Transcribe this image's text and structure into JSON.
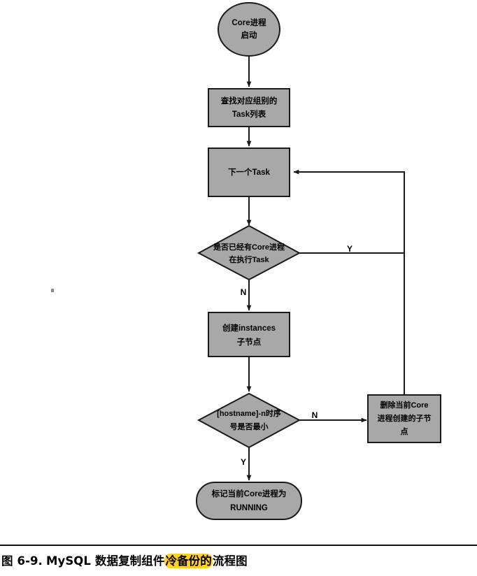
{
  "figure": {
    "type": "flowchart",
    "caption_prefix": "图 6-9.",
    "caption_part1": "MySQL 数据复制组件",
    "caption_highlight": "冷备份的",
    "caption_part2": "流程图",
    "highlight_color": "#ffd21f",
    "node_fill": "#a8a8a8",
    "node_stroke": "#1a1a1a"
  },
  "nodes": [
    {
      "id": "start",
      "shape": "oval",
      "lines": [
        "Core进程",
        "启动"
      ]
    },
    {
      "id": "find-task-list",
      "shape": "rect",
      "lines": [
        "查找对应组别的",
        "Task列表"
      ]
    },
    {
      "id": "next-task",
      "shape": "rect",
      "lines": [
        "下一个Task"
      ]
    },
    {
      "id": "check-core-running",
      "shape": "diamond",
      "lines": [
        "是否已经有Core进程",
        "在执行Task"
      ]
    },
    {
      "id": "create-instances-node",
      "shape": "rect",
      "lines": [
        "创建instances",
        "子节点"
      ]
    },
    {
      "id": "check-seq-min",
      "shape": "diamond",
      "lines": [
        "[hostname]-n时序",
        "号是否最小"
      ]
    },
    {
      "id": "delete-child-node",
      "shape": "rect",
      "lines": [
        "删除当前Core",
        "进程创建的子节",
        "点"
      ]
    },
    {
      "id": "mark-running",
      "shape": "oval",
      "lines": [
        "标记当前Core进程为",
        "RUNNING"
      ]
    }
  ],
  "edge_labels": {
    "check_core_yes": "Y",
    "check_core_no": "N",
    "check_seq_no": "N",
    "check_seq_yes": "Y"
  }
}
